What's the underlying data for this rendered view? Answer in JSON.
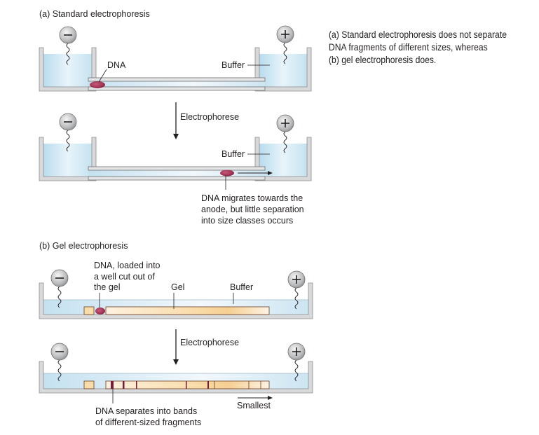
{
  "caption": {
    "lines": [
      "(a) Standard electrophoresis does not separate",
      "DNA fragments of different sizes, whereas",
      "(b) gel electrophoresis does."
    ]
  },
  "panel_a": {
    "title": "(a) Standard electrophoresis",
    "before": {
      "dna_label": "DNA",
      "buffer_label": "Buffer"
    },
    "step_label": "Electrophorese",
    "after": {
      "buffer_label": "Buffer",
      "note_lines": [
        "DNA migrates towards the",
        "anode, but little separation",
        "into size classes occurs"
      ]
    }
  },
  "panel_b": {
    "title": "(b) Gel electrophoresis",
    "before": {
      "dna_label_lines": [
        "DNA, loaded into",
        "a well cut out of",
        "the gel"
      ],
      "gel_label": "Gel",
      "buffer_label": "Buffer"
    },
    "step_label": "Electrophorese",
    "after": {
      "note_lines": [
        "DNA separates into bands",
        "of different-sized fragments"
      ],
      "direction_label": "Smallest"
    }
  },
  "electrodes": {
    "cathode_symbol": "−",
    "anode_symbol": "+"
  },
  "colors": {
    "buffer": "#cfe6f2",
    "gel": "#f8dcaa",
    "dna": "#9b2a4a",
    "band": "#7a1a3a",
    "tank": "#d8d9db"
  }
}
